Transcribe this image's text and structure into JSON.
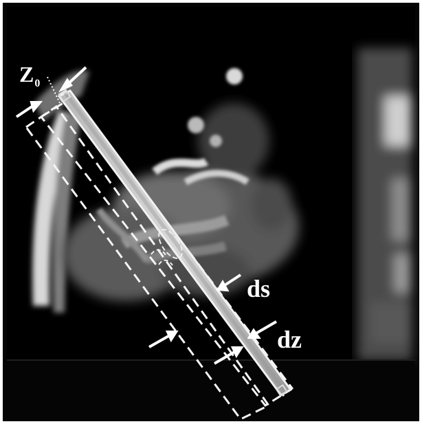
{
  "figure": {
    "labels": {
      "z0_main": "Z",
      "z0_sub": "0",
      "ds": "ds",
      "dz": "dz"
    }
  }
}
